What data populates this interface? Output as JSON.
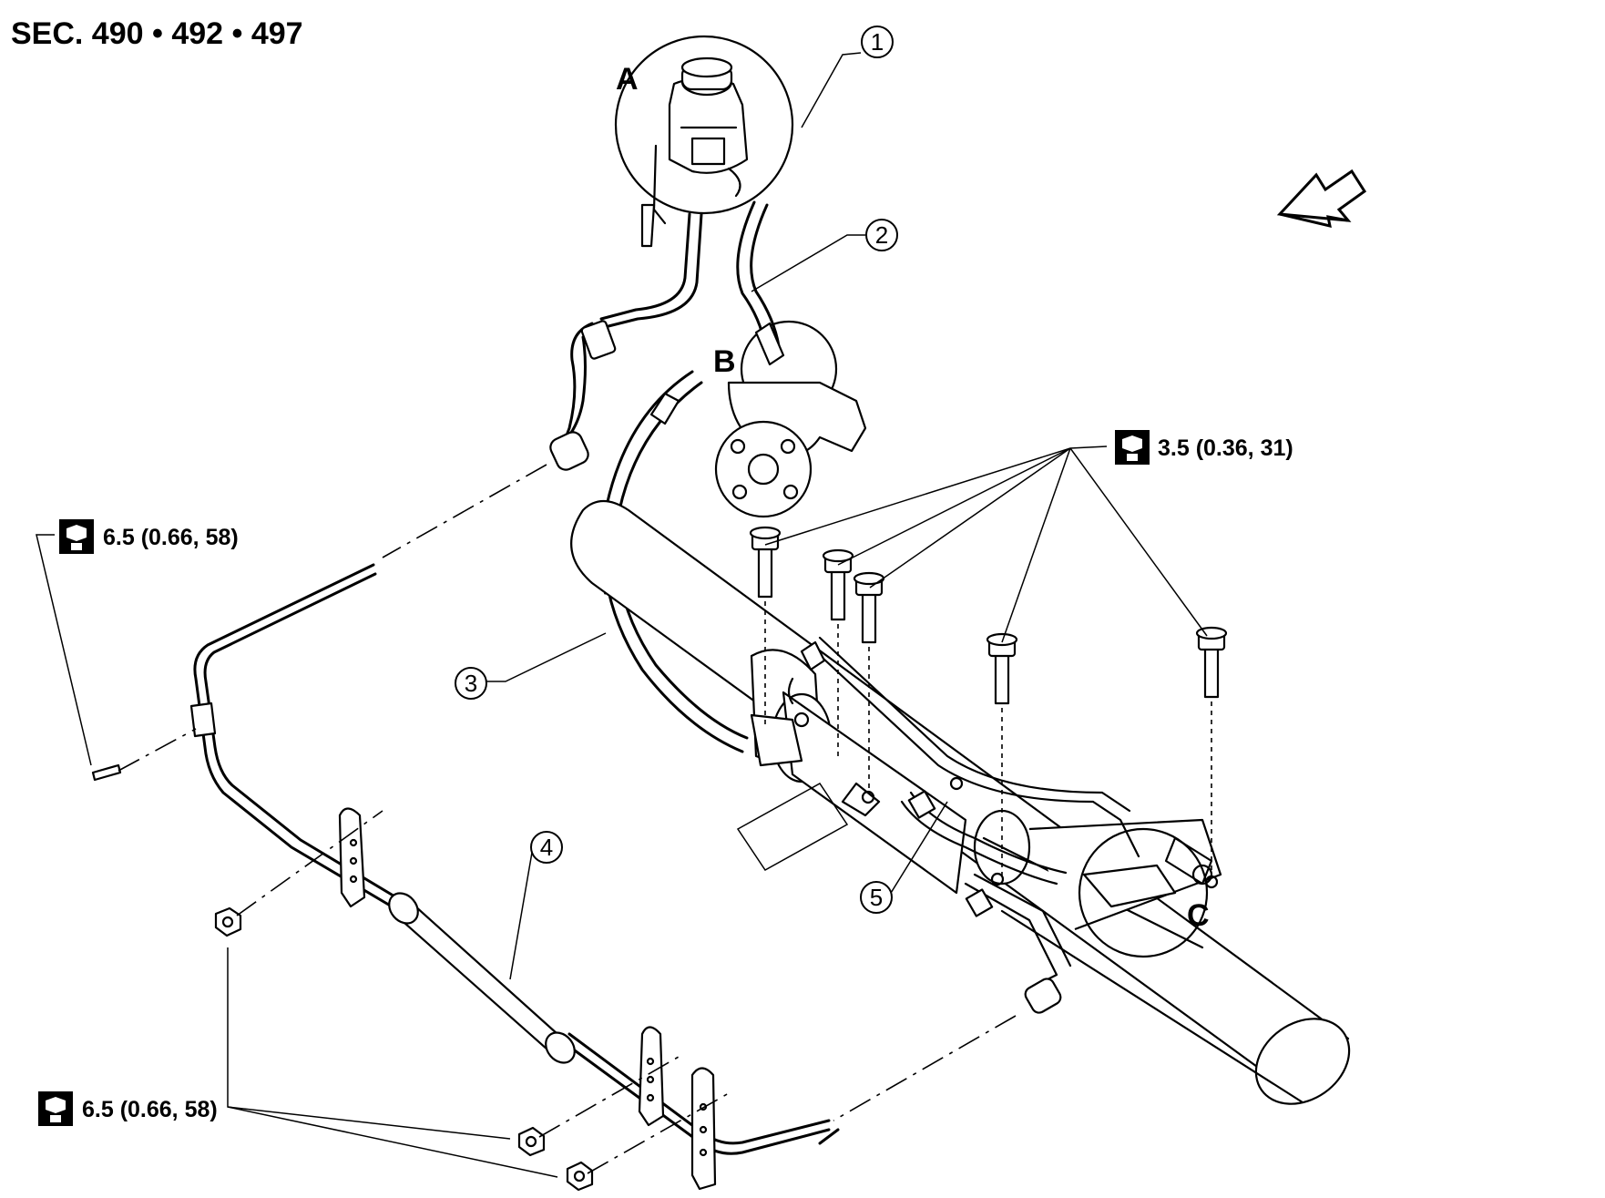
{
  "header": {
    "section": "SEC. 490 • 492 • 497"
  },
  "detail_letters": {
    "a": "A",
    "b": "B",
    "c": "C"
  },
  "callouts": [
    "1",
    "2",
    "3",
    "4",
    "5"
  ],
  "torque_specs": {
    "upper_left": "6.5 (0.66, 58)",
    "lower_left": "6.5 (0.66, 58)",
    "right": "3.5 (0.36, 31)"
  },
  "icons": {
    "torque": "torque-wrench-icon",
    "direction": "front-direction-arrow-icon"
  }
}
